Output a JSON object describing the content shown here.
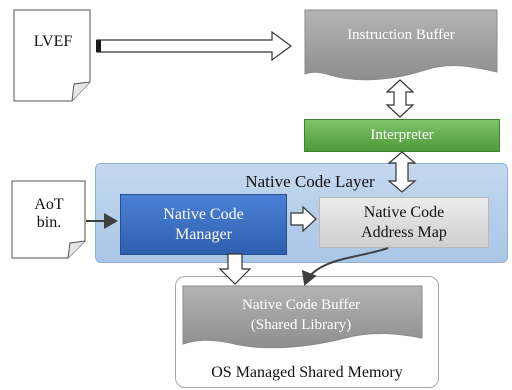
{
  "documents": {
    "lvef": "LVEF",
    "aot_line1": "AoT",
    "aot_line2": "bin."
  },
  "instruction_buffer": {
    "label": "Instruction Buffer"
  },
  "interpreter": {
    "label": "Interpreter"
  },
  "native_code_layer": {
    "title": "Native  Code Layer",
    "manager_line1": "Native Code",
    "manager_line2": "Manager",
    "address_map_line1": "Native  Code",
    "address_map_line2": "Address Map"
  },
  "shared_memory": {
    "buffer_line1": "Native Code Buffer",
    "buffer_line2": "(Shared Library)",
    "title": "OS Managed  Shared Memory"
  },
  "colors": {
    "layer_blue": "#a9c6e6",
    "manager_blue": "#2f5fae",
    "interpreter_green": "#4f9a3a",
    "buffer_gray": "#9c9c9c"
  }
}
